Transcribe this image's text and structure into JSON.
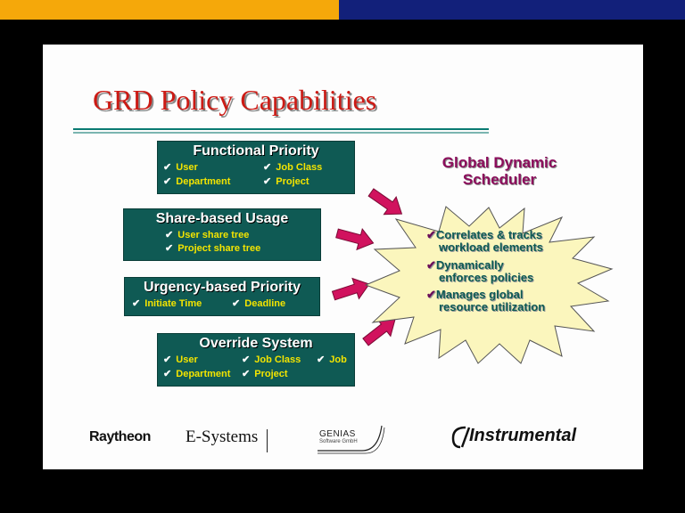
{
  "title": "GRD Policy Capabilities",
  "boxes": [
    {
      "title": "Functional Priority",
      "items": [
        "User",
        "Job Class",
        "Department",
        "Project"
      ]
    },
    {
      "title": "Share-based Usage",
      "items": [
        "User share tree",
        "Project share tree"
      ]
    },
    {
      "title": "Urgency-based Priority",
      "items": [
        "Initiate Time",
        "Deadline"
      ]
    },
    {
      "title": "Override System",
      "items": [
        "User",
        "Job Class",
        "Job",
        "Department",
        "Project"
      ]
    }
  ],
  "scheduler": {
    "title_line1": "Global Dynamic",
    "title_line2": "Scheduler",
    "bullets": [
      {
        "line1": "Correlates & tracks",
        "line2": "workload elements"
      },
      {
        "line1": "Dynamically",
        "line2": "enforces policies"
      },
      {
        "line1": "Manages global",
        "line2": "resource utilization"
      }
    ]
  },
  "check_mark": "✔",
  "logos": {
    "raytheon": "Raytheon",
    "esystems": "E-Systems",
    "genias": "GENIAS",
    "genias_sub": "Software GmbH",
    "instrumental": "Instrumental"
  },
  "colors": {
    "box_bg": "#0f5a54",
    "item_text": "#f3e400",
    "title_red": "#cc1a14",
    "arrow": "#d1125e",
    "star_fill": "#fbf6bd",
    "scheduler_title": "#8c0d5c"
  }
}
